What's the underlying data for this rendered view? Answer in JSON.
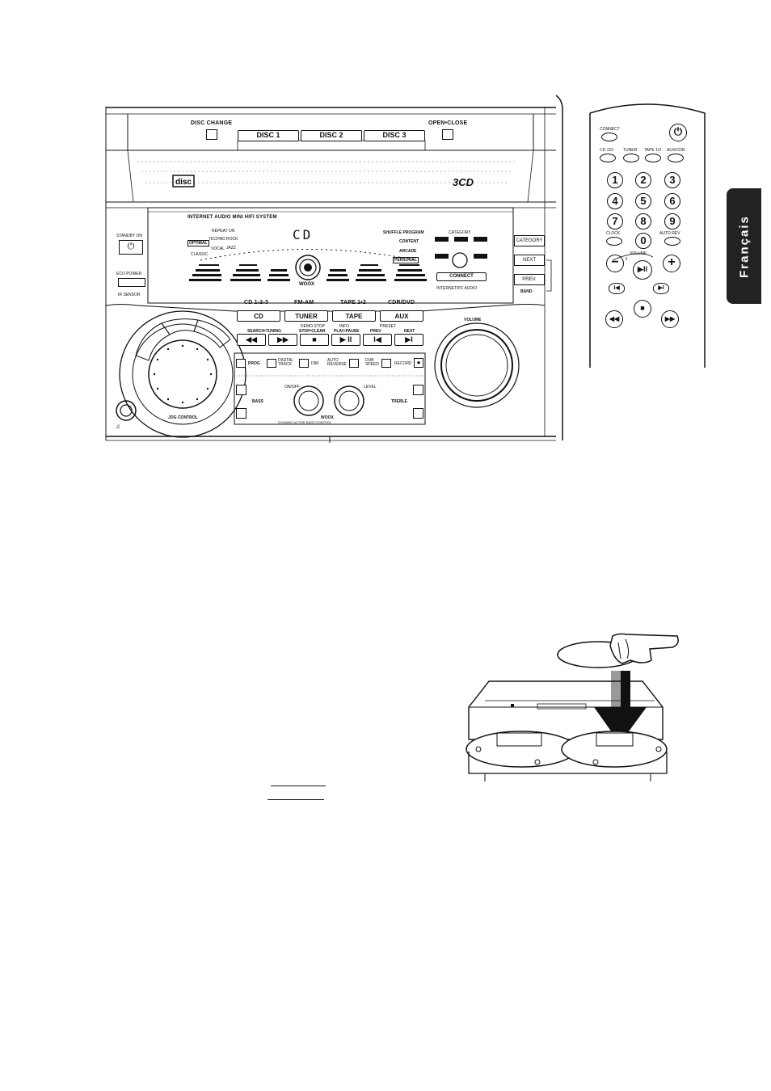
{
  "language_tab": "Français",
  "top_panel": {
    "disc_change": "DISC CHANGE",
    "open_close": "OPEN•CLOSE",
    "discs": [
      "DISC 1",
      "DISC 2",
      "DISC 3"
    ],
    "logo_3cd": "3CD"
  },
  "display": {
    "system_name": "INTERNET AUDIO MINI HIFI SYSTEM",
    "readout": "CD",
    "woox": "WOOX",
    "modes_left": [
      "OPTIMAL",
      "CLASSIC",
      "TECHNO",
      "VOCAL",
      "ROCK",
      "JAZZ",
      "REPEAT ON"
    ],
    "modes_right": [
      "SHUFFLE PROGRAM",
      "CONTENT",
      "ARCADE",
      "PERSONAL"
    ],
    "category": "CATEGORY",
    "connect": "CONNECT",
    "internet_pc_audio": "INTERNET/PC AUDIO"
  },
  "left_side": {
    "standby": "STANDBY ON",
    "eco_power": "ECO POWER",
    "ir_sensor": "IR SENSOR"
  },
  "side_buttons": {
    "category": "CATEGORY",
    "next": "NEXT",
    "prev": "PREV.",
    "band": "BAND"
  },
  "source_buttons": [
    {
      "top": "CD 1-2-3",
      "label": "CD"
    },
    {
      "top": "FM-AM",
      "label": "TUNER"
    },
    {
      "top": "TAPE 1•2",
      "label": "TAPE"
    },
    {
      "top": "CDR/DVD",
      "label": "AUX"
    }
  ],
  "transport": {
    "search_tuning": "SEARCH•TUNING",
    "demo_stop": "DEMO STOP",
    "stop_clear": "STOP•CLEAR",
    "info": "INFO",
    "play_pause": "PLAY•PAUSE",
    "preset": "PRESET",
    "prev": "PREV",
    "next": "NEXT"
  },
  "function_row": [
    "PROG",
    "DIGITAL TRACK",
    "DIM",
    "AUTO REVERSE",
    "DUB SPEED",
    "RECORD"
  ],
  "lower": {
    "volume": "VOLUME",
    "jog_control": "JOG CONTROL",
    "bass": "BASS",
    "treble": "TREBLE",
    "on_off": "ON/OFF",
    "level": "LEVEL",
    "woox": "WOOX",
    "sub": "DYNAMIC ACTIVE BASS CONTROL"
  },
  "remote": {
    "connect": "CONNECT",
    "sources": [
      "CD 123",
      "TUNER",
      "TAPE 1/2",
      "AUX/CDR"
    ],
    "digits": [
      "1",
      "2",
      "3",
      "4",
      "5",
      "6",
      "7",
      "8",
      "9",
      "0"
    ],
    "clock": "CLOCK",
    "auto_rev": "AUTO REV",
    "volume": "VOLUME",
    "minus": "−",
    "plus": "+"
  }
}
